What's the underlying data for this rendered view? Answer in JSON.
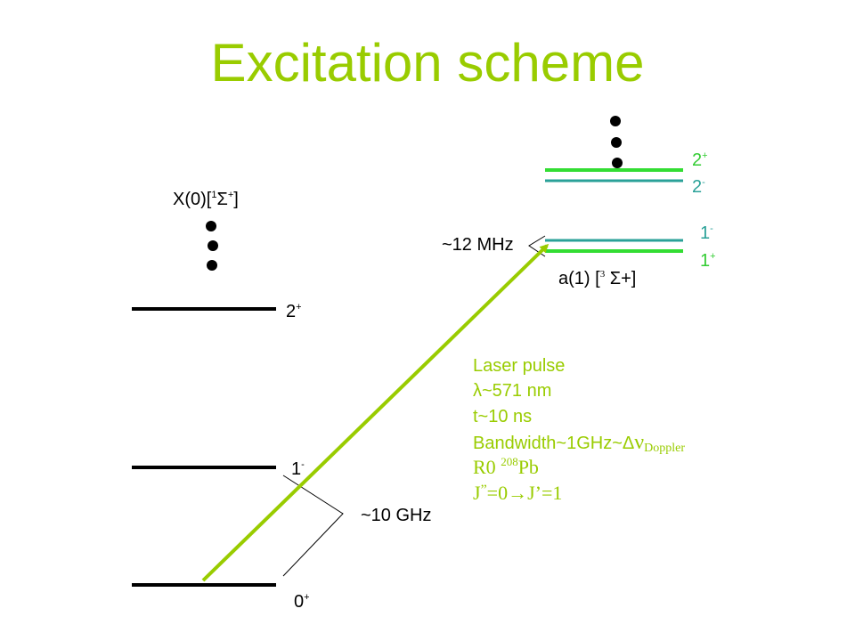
{
  "title": "Excitation scheme",
  "ground_state": {
    "label_main": "X(0)[",
    "label_sup1": "1",
    "label_sigma": "Σ",
    "label_sup2": "+",
    "label_end": "]",
    "levels": [
      {
        "n": "2",
        "sym": "+"
      },
      {
        "n": "1",
        "sym": "-"
      },
      {
        "n": "0",
        "sym": "+"
      }
    ],
    "splitting": "~10 GHz"
  },
  "excited_state": {
    "label_main": "a(1) [",
    "label_sup": "3",
    "label_end": " Σ+]",
    "levels": [
      {
        "n": "2",
        "sym": "+"
      },
      {
        "n": "2",
        "sym": "-"
      },
      {
        "n": "1",
        "sym": "-"
      },
      {
        "n": "1",
        "sym": "+"
      }
    ],
    "splitting": "~12 MHz"
  },
  "laser": {
    "line1": "Laser pulse",
    "line2": "λ~571 nm",
    "line3": "t~10 ns",
    "line4_main": "Bandwidth~1GHz~Δ",
    "line4_nu": "ν",
    "line4_sub": "Doppler",
    "line5_a": "R0 ",
    "line5_sup": "208",
    "line5_b": "Pb",
    "line6_a": "J",
    "line6_sup": "”",
    "line6_b": "=0→J’=1"
  },
  "colors": {
    "title": "#99cc00",
    "laser_arrow": "#99cc00",
    "excited_plus": "#33dd33",
    "excited_minus": "#2aa198",
    "level": "#000000"
  }
}
